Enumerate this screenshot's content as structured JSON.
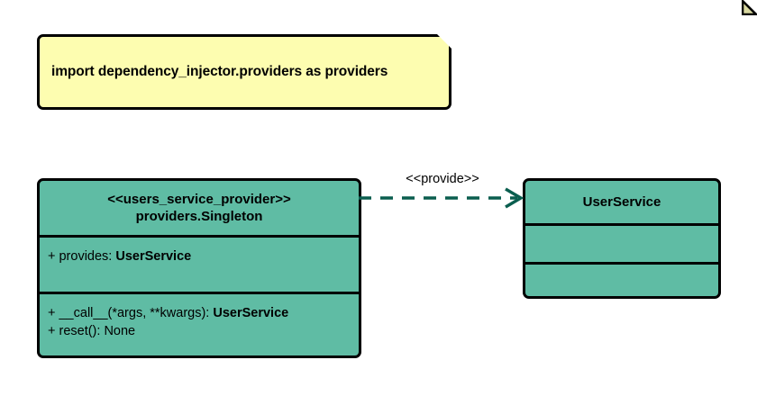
{
  "diagram": {
    "type": "uml-class-diagram",
    "colors": {
      "note_fill": "#fdfdb0",
      "class_fill": "#5fbca4",
      "border": "#000000",
      "relation": "#0a5e4f"
    },
    "note": {
      "text": "import dependency_injector.providers as providers"
    },
    "classes": [
      {
        "id": "users-service-provider",
        "stereotype": "<<users_service_provider>>",
        "name": "providers.Singleton",
        "attributes": [
          {
            "visibility": "+",
            "label": "+ provides: ",
            "type": "UserService"
          }
        ],
        "operations": [
          {
            "visibility": "+",
            "label": "+ __call__(*args, **kwargs): ",
            "type": "UserService"
          },
          {
            "visibility": "+",
            "label": "+ reset(): None",
            "type": ""
          }
        ]
      },
      {
        "id": "user-service",
        "stereotype": "",
        "name": "UserService",
        "attributes": [],
        "operations": []
      }
    ],
    "relations": [
      {
        "id": "provide-dependency",
        "kind": "dependency",
        "stereotype": "<<provide>>",
        "source": "users-service-provider",
        "target": "user-service",
        "line": "dashed",
        "arrowhead": "open"
      }
    ]
  }
}
